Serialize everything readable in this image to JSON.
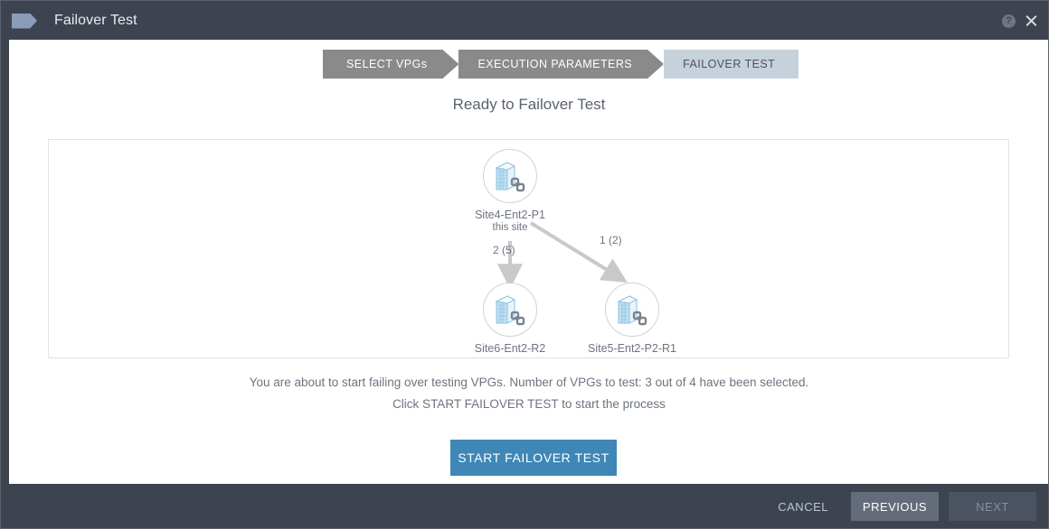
{
  "window": {
    "title": "Failover Test",
    "flag_icon": "flag-arrow-icon",
    "help_icon": "?",
    "close_icon": "✕"
  },
  "stepper": {
    "steps": [
      {
        "label": "SELECT VPGs",
        "active": false
      },
      {
        "label": "EXECUTION PARAMETERS",
        "active": false
      },
      {
        "label": "FAILOVER TEST",
        "active": true
      }
    ]
  },
  "main": {
    "section_title": "Ready to Failover Test",
    "messages": [
      "You are about to start failing over testing VPGs. Number of VPGs to test: 3 out of 4 have been selected.",
      "Click START FAILOVER TEST to start the process"
    ],
    "start_button": "START FAILOVER TEST"
  },
  "diagram": {
    "nodes": [
      {
        "id": "src",
        "label": "Site4-Ent2-P1",
        "sublabel": "this site",
        "icon": "datacenter-link-icon"
      },
      {
        "id": "dst-left",
        "label": "Site6-Ent2-R2",
        "sublabel": "",
        "icon": "datacenter-link-icon"
      },
      {
        "id": "dst-right",
        "label": "Site5-Ent2-P2-R1",
        "sublabel": "",
        "icon": "datacenter-link-icon"
      }
    ],
    "edges": [
      {
        "from": "src",
        "to": "dst-left",
        "label": "2 (5)"
      },
      {
        "from": "src",
        "to": "dst-right",
        "label": "1 (2)"
      }
    ]
  },
  "footer": {
    "cancel": "CANCEL",
    "previous": "PREVIOUS",
    "next": "NEXT"
  },
  "colors": {
    "chrome": "#3d4450",
    "accent": "#3e87b6",
    "step_active": "#c6d2db",
    "step_inactive": "#8a8a8a",
    "icon_blue": "#a9d3ea"
  }
}
